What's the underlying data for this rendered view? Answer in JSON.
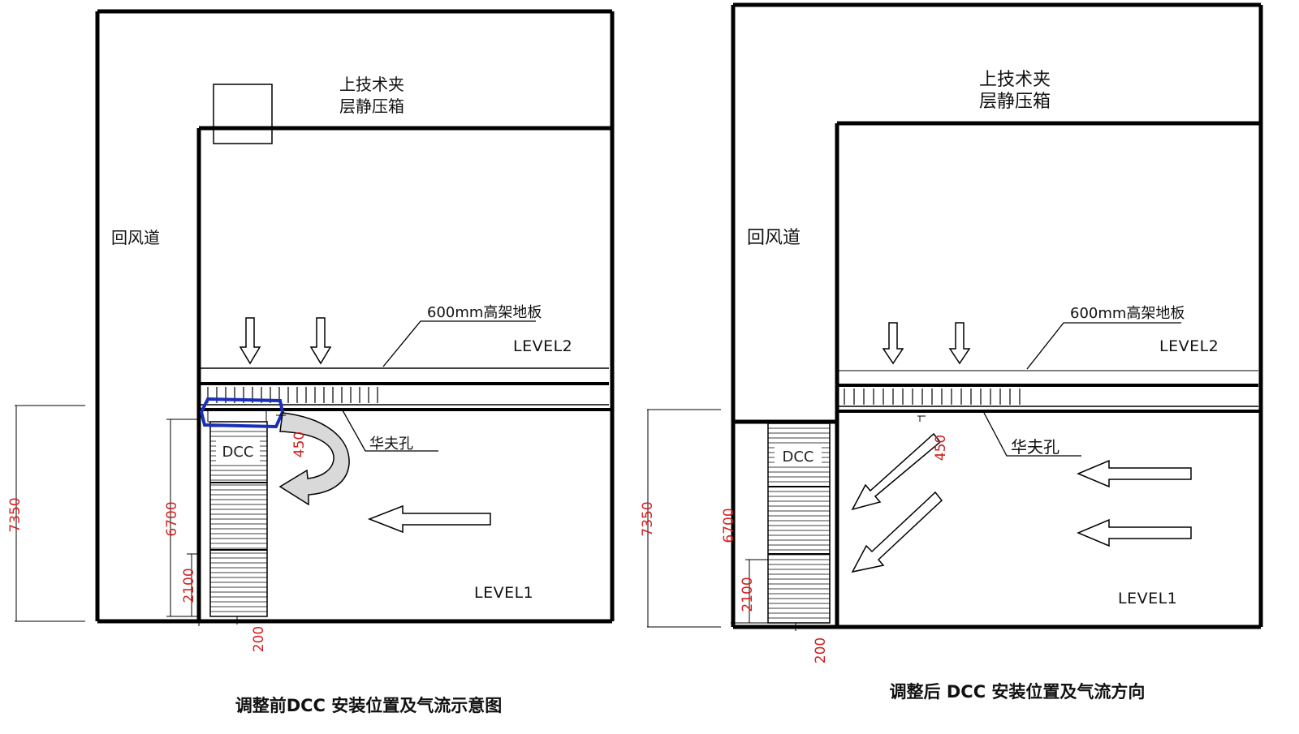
{
  "colors": {
    "wall": "#000000",
    "dimension": "#d42020",
    "highlight": "#1a2fb8",
    "curved_arrow_fill": "#d9d9d9"
  },
  "left_diagram": {
    "plenum_label_1": "上技术夹",
    "plenum_label_2": "层静压箱",
    "return_duct": "回风道",
    "floor_label": "600mm高架地板",
    "level2": "LEVEL2",
    "level1": "LEVEL1",
    "waffle_label": "华夫孔",
    "dcc_label": "DCC",
    "dims": {
      "total": "7350",
      "dcc_height": "6700",
      "lower": "2100",
      "width": "200",
      "angle": "450"
    },
    "caption": "调整前DCC 安装位置及气流示意图"
  },
  "right_diagram": {
    "plenum_label_1": "上技术夹",
    "plenum_label_2": "层静压箱",
    "return_duct": "回风道",
    "floor_label": "600mm高架地板",
    "level2": "LEVEL2",
    "level1": "LEVEL1",
    "waffle_label": "华夫孔",
    "dcc_label": "DCC",
    "dims": {
      "total": "7350",
      "dcc_height": "6700",
      "lower": "2100",
      "width": "200",
      "angle": "450"
    },
    "caption": "调整后 DCC 安装位置及气流方向"
  }
}
